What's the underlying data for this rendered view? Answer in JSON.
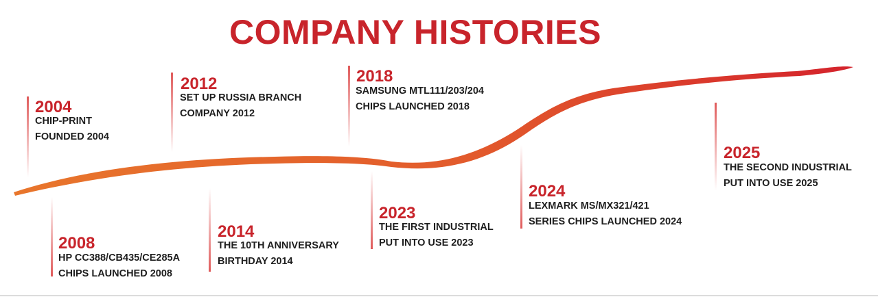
{
  "title": "COMPANY HISTORIES",
  "colors": {
    "accent": "#c8242b",
    "curve_start": "#e8762c",
    "curve_end": "#d4232c",
    "text": "#1e1e1e"
  },
  "events": [
    {
      "year": "2004",
      "line1": "CHIP-PRINT",
      "line2": "FOUNDED 2004"
    },
    {
      "year": "2008",
      "line1": "HP CC388/CB435/CE285A",
      "line2": "CHIPS LAUNCHED 2008"
    },
    {
      "year": "2012",
      "line1": "SET UP RUSSIA BRANCH",
      "line2": "COMPANY 2012"
    },
    {
      "year": "2014",
      "line1": "THE 10TH ANNIVERSARY",
      "line2": "BIRTHDAY 2014"
    },
    {
      "year": "2018",
      "line1": "SAMSUNG MTL111/203/204",
      "line2": "CHIPS LAUNCHED 2018"
    },
    {
      "year": "2023",
      "line1": "THE FIRST INDUSTRIAL",
      "line2": "PUT INTO USE 2023"
    },
    {
      "year": "2024",
      "line1": "LEXMARK MS/MX321/421",
      "line2": "SERIES CHIPS LAUNCHED 2024"
    },
    {
      "year": "2025",
      "line1": "THE SECOND INDUSTRIAL",
      "line2": "PUT INTO USE 2025"
    }
  ]
}
